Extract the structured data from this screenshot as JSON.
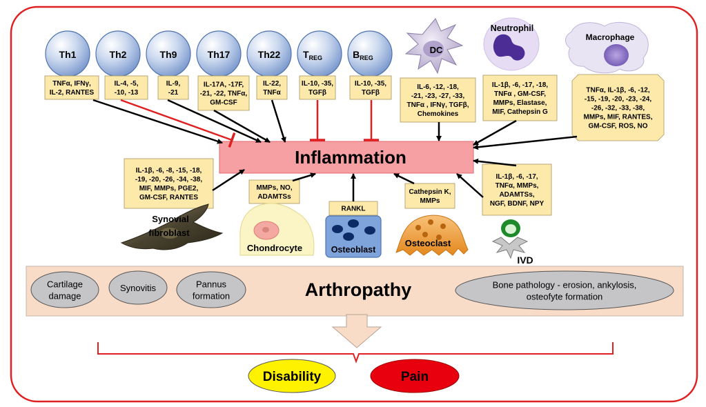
{
  "cells": [
    {
      "name": "Th1",
      "sub": "",
      "lines": [
        "TNFα, IFNγ,",
        "IL-2, RANTES"
      ]
    },
    {
      "name": "Th2",
      "sub": "",
      "lines": [
        "IL-4, -5,",
        "-10, -13"
      ]
    },
    {
      "name": "Th9",
      "sub": "",
      "lines": [
        "IL-9,",
        "-21"
      ]
    },
    {
      "name": "Th17",
      "sub": "",
      "lines": [
        "IL-17A, -17F,",
        "-21, -22, TNFα,",
        "GM-CSF"
      ]
    },
    {
      "name": "Th22",
      "sub": "",
      "lines": [
        "IL-22,",
        "TNFα"
      ]
    },
    {
      "name": "T",
      "sub": "REG",
      "lines": [
        "IL-10, -35,",
        "TGFβ"
      ]
    },
    {
      "name": "B",
      "sub": "REG",
      "lines": [
        "IL-10, -35,",
        "TGFβ"
      ]
    }
  ],
  "dc": {
    "name": "DC",
    "lines": [
      "IL-6, -12, -18,",
      "-21, -23, -27, -33,",
      "TNFα , IFNγ, TGFβ,",
      "Chemokines"
    ]
  },
  "neutrophil": {
    "name": "Neutrophil",
    "lines": [
      "IL-1β, -6, -17, -18,",
      "TNFα , GM-CSF,",
      "MMPs, Elastase,",
      "MIF, Cathepsin G"
    ]
  },
  "macrophage": {
    "name": "Macrophage",
    "lines": [
      "TNFα, IL-1β, -6, -12,",
      "-15, -19, -20, -23, -24,",
      "-26, -32, -33, -38,",
      "MMPs, MIF, RANTES,",
      "GM-CSF, ROS, NO"
    ]
  },
  "inflammation": "Inflammation",
  "synovial": {
    "name_lines": [
      "Synovial",
      "fibroblast"
    ],
    "lines": [
      "IL-1β, -6, -8, -15, -18,",
      "-19, -20, -26, -34, -38,",
      "MIF, MMPs, PGE2,",
      "GM-CSF, RANTES"
    ]
  },
  "chondrocyte": {
    "name": "Chondrocyte",
    "lines": [
      "MMPs, NO,",
      "ADAMTSs"
    ]
  },
  "osteoblast": {
    "name": "Osteoblast",
    "lines": [
      "RANKL"
    ]
  },
  "osteoclast": {
    "name": "Osteoclast",
    "lines": [
      "Cathepsin K,",
      "MMPs"
    ]
  },
  "ivd": {
    "name": "IVD",
    "lines": [
      "IL-1β, -6, -17,",
      "TNFα, MMPs,",
      "ADAMTSs,",
      "NGF, BDNF, NPY"
    ]
  },
  "arthropathy": {
    "title": "Arthropathy",
    "items": [
      {
        "lines": [
          "Cartilage",
          "damage"
        ]
      },
      {
        "lines": [
          "Synovitis"
        ]
      },
      {
        "lines": [
          "Pannus",
          "formation"
        ]
      },
      {
        "lines": [
          "Bone pathology - erosion, ankylosis,",
          "osteofyte formation"
        ]
      }
    ]
  },
  "outcomes": {
    "disability": "Disability",
    "pain": "Pain"
  },
  "colors": {
    "border": "#e02020",
    "label_box": "#fde9a9",
    "inflammation_fill": "#f7a0a3",
    "inhibit": "#e02020",
    "arthropathy_band": "#f9dcc7",
    "disability": "#fff200",
    "pain": "#e8000f",
    "cell_blue": "#8aa8d8"
  }
}
